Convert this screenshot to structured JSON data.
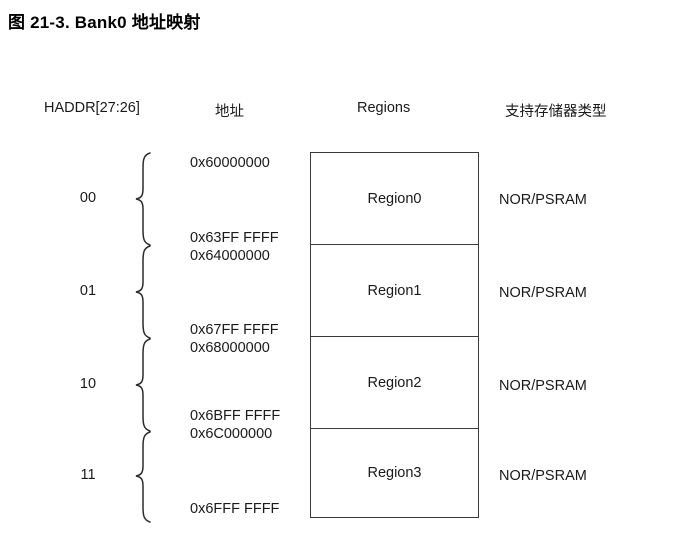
{
  "figure": {
    "title": "图 21-3. Bank0 地址映射"
  },
  "columns": {
    "haddr": "HADDR[27:26]",
    "address": "地址",
    "regions": "Regions",
    "memory_type": "支持存储器类型"
  },
  "colors": {
    "text": "#1a1a1a",
    "border": "#3a3a3a",
    "background": "#ffffff",
    "title": "#000000"
  },
  "rows": [
    {
      "haddr": "00",
      "address_start": "0x60000000",
      "address_end": "0x63FF FFFF",
      "region": "Region0",
      "memory_type": "NOR/PSRAM"
    },
    {
      "haddr": "01",
      "address_start": "0x64000000",
      "address_end": "0x67FF FFFF",
      "region": "Region1",
      "memory_type": "NOR/PSRAM"
    },
    {
      "haddr": "10",
      "address_start": "0x68000000",
      "address_end": "0x6BFF FFFF",
      "region": "Region2",
      "memory_type": "NOR/PSRAM"
    },
    {
      "haddr": "11",
      "address_start": "0x6C000000",
      "address_end": "0x6FFF FFFF",
      "region": "Region3",
      "memory_type": "NOR/PSRAM"
    }
  ]
}
